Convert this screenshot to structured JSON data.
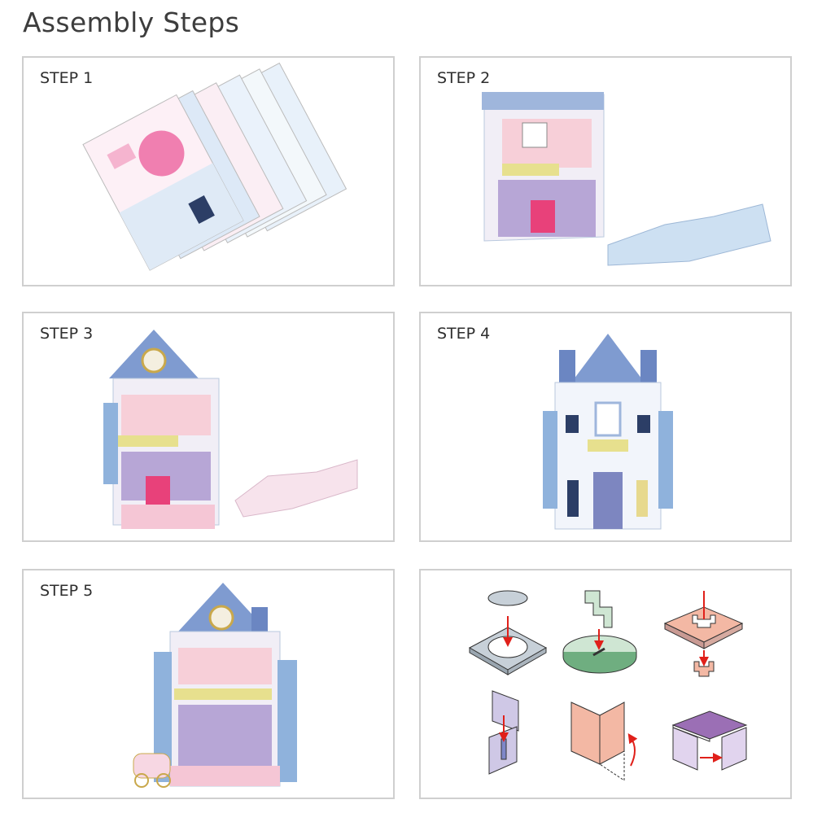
{
  "title": "Assembly Steps",
  "steps": [
    {
      "label": "STEP 1"
    },
    {
      "label": "STEP 2"
    },
    {
      "label": "STEP 3"
    },
    {
      "label": "STEP 4"
    },
    {
      "label": "STEP 5"
    }
  ],
  "colors": {
    "border": "#cfcfcf",
    "arrow": "#e0201a"
  }
}
